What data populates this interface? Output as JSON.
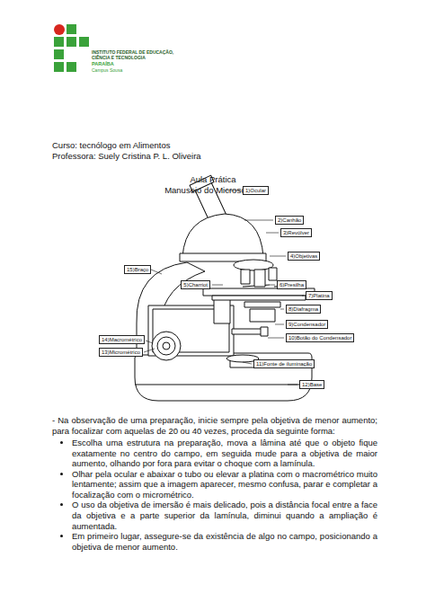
{
  "diagram": {
    "title": "Manuseio do Microscópio",
    "nodes": [
      {
        "text": [
          "1)Ocular"
        ]
      },
      {
        "text": [
          "2)Canhão"
        ]
      },
      {
        "text": [
          "3)Revólver"
        ]
      },
      {
        "text": [
          "4)Objetivas"
        ]
      },
      {
        "text": [
          "5)Charriot"
        ]
      },
      {
        "text": [
          "6)Presilha"
        ]
      },
      {
        "text": [
          "7)Platina"
        ]
      },
      {
        "text": [
          "8)Diafragma"
        ]
      },
      {
        "text": [
          "9)Condensador"
        ]
      },
      {
        "text": [
          "10)Botão do Condensador"
        ]
      },
      {
        "text": [
          "11)Fonte de iluminação"
        ]
      },
      {
        "text": [
          "12)Base"
        ]
      },
      {
        "text": [
          "13)Micrométrico"
        ]
      },
      {
        "text": [
          "14)Macrométrico"
        ]
      },
      {
        "text": [
          "15)Braço"
        ]
      }
    ],
    "labels": [
      "INSTITUTO FEDERAL DE EDUCAÇÃO, CIÊNCIA E TECNOLOGIA",
      "PARAÍBA",
      "Campus Sousa",
      "Curso: tecnólogo em Alimentos",
      "Professora: Suely Cristina P. L. Oliveira",
      "Aula Prática",
      "- Na observação de uma preparação, inicie sempre pela objetiva de menor aumento; para focalizar com aquelas de 20 ou 40 vezes, proceda da seguinte forma:",
      "Escolha uma estrutura na preparação, mova a lâmina até que o objeto fique exatamente no centro do campo, em seguida mude para a objetiva de maior aumento, olhando por fora para evitar o choque com a lamínula.",
      "Olhar pela ocular e abaixar o tubo ou elevar a platina com o macrométrico muito lentamente; assim que a imagem aparecer, mesmo confusa, parar e completar a focalização com o micrométrico.",
      "O uso da objetiva de imersão é mais delicado, pois a distância focal entre a face da objetiva e a parte superior da lamínula, diminui quando a ampliação é aumentada.",
      "Em primeiro lugar, assegure-se da existência de algo no campo, posicionando a objetiva de menor aumento."
    ]
  }
}
